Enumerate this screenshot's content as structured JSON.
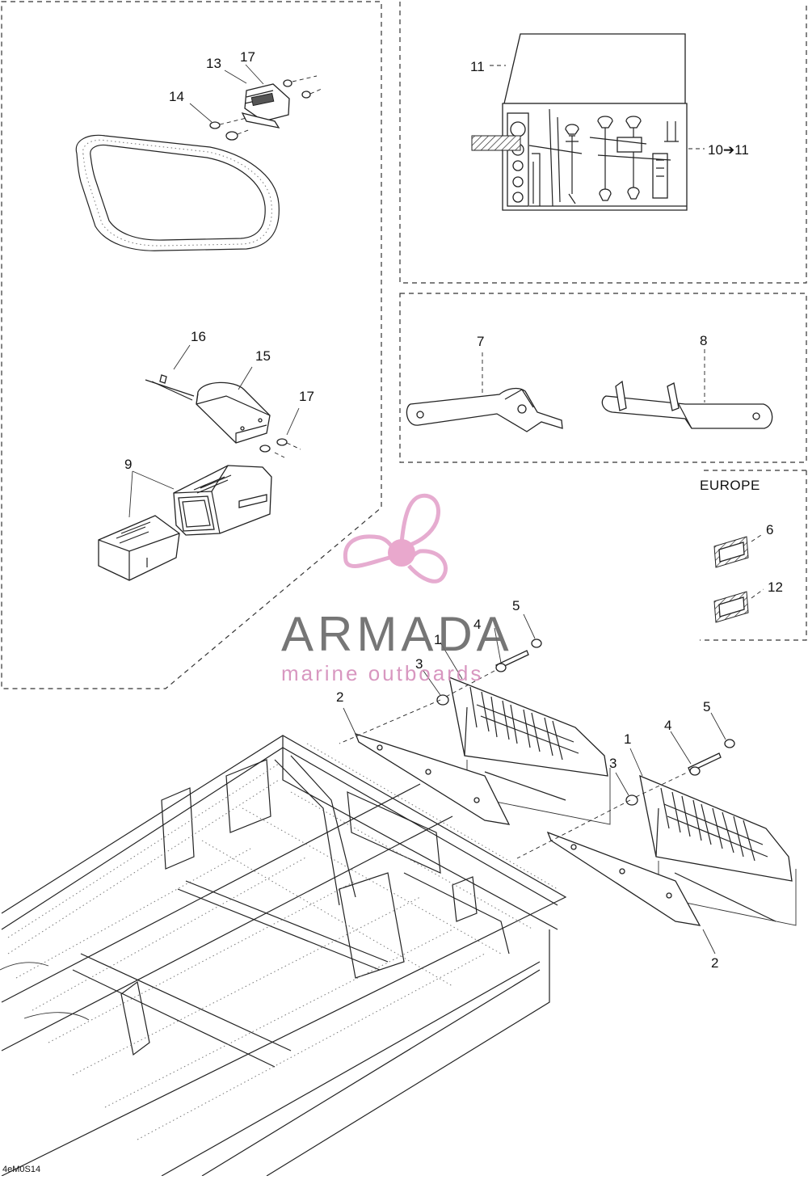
{
  "diagram": {
    "code": "4eM0S14",
    "region_label": "EUROPE",
    "callouts": [
      "1",
      "1",
      "2",
      "2",
      "3",
      "3",
      "4",
      "4",
      "5",
      "5",
      "6",
      "7",
      "8",
      "9",
      "10➔11",
      "11",
      "12",
      "13",
      "14",
      "15",
      "16",
      "17",
      "17"
    ]
  },
  "watermark": {
    "title": "ARMADA",
    "subtitle": "marine outboards",
    "colors": {
      "propeller": "#e4a6cd",
      "hub": "#e8a1c9",
      "title": "#6b6b6b",
      "subtitle": "#d58fbb"
    }
  }
}
